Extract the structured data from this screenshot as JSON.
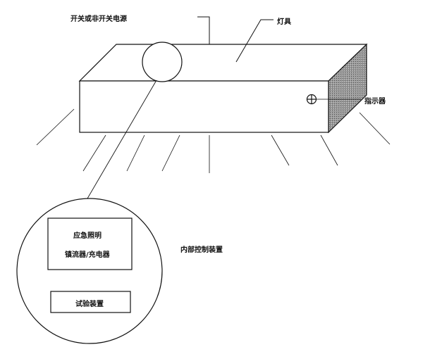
{
  "labels": {
    "power_supply": "开关或非开关电源",
    "luminaire": "灯具",
    "indicator": "指示器",
    "internal_control": "内部控制装置",
    "emergency_lighting": "应急照明",
    "ballast_charger": "镇流器/充电器",
    "test_device": "试验装置"
  },
  "colors": {
    "line": "#111111",
    "shade": "#8a8a8a"
  }
}
